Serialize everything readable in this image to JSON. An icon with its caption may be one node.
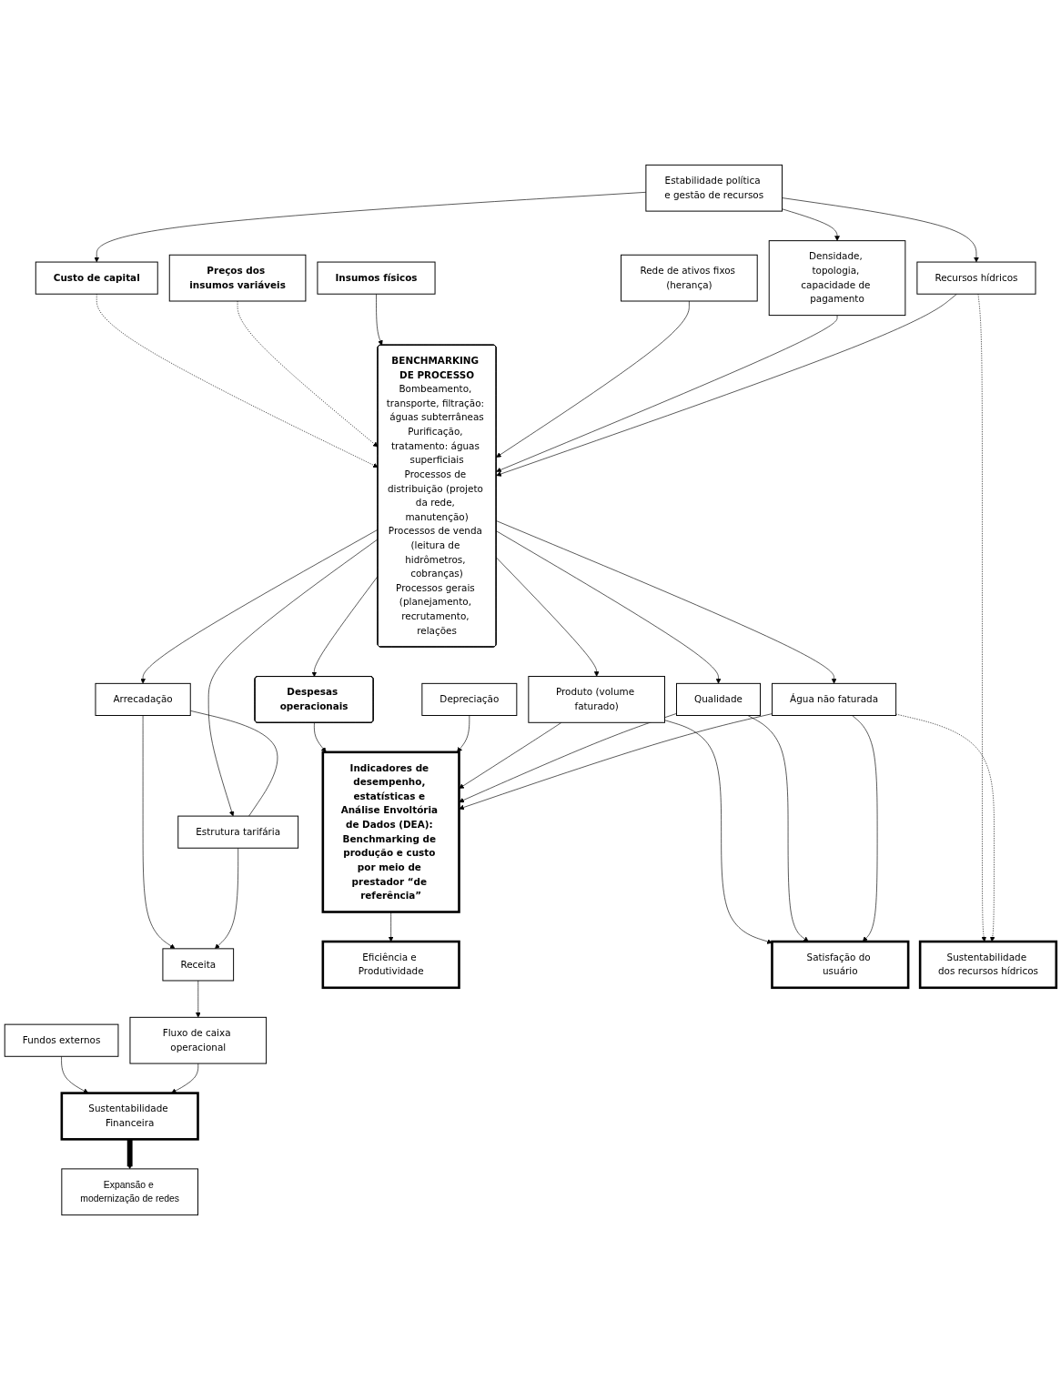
{
  "diagram": {
    "nodes": [
      {
        "text": [
          "Preços dos insumos variáveis"
        ]
      },
      {
        "text": [
          "Custo de capital"
        ]
      },
      {
        "text": [
          "Estabilidade política e gestão de recursos"
        ]
      },
      {
        "text": [
          "Insumos físicos"
        ]
      },
      {
        "text": [
          "Rede de ativos fixos (herança)"
        ]
      },
      {
        "text": [
          "Densidade, topologia, capacidade de pagamento"
        ]
      },
      {
        "text": [
          "Recursos hídricos"
        ]
      },
      {
        "text": [
          "BENCHMARKING DE PROCESSO",
          "Bombeamento, transporte, filtração: águas subterrâneas",
          "Purificação, tratamento: águas superficiais",
          "Processos de distribuição (projeto da rede, manutenção)",
          "Processos de venda (leitura de hidrômetros, cobranças)",
          "Processos gerais (planejamento, recrutamento, relações"
        ]
      },
      {
        "text": [
          "Despesas operacionais"
        ]
      },
      {
        "text": [
          "Arrecadação"
        ]
      },
      {
        "text": [
          "Estrutura tarifária"
        ]
      },
      {
        "text": [
          "Produto (volume faturado)"
        ]
      },
      {
        "text": [
          "Qualidade"
        ]
      },
      {
        "text": [
          "Água não faturada"
        ]
      },
      {
        "text": [
          "Depreciação"
        ]
      },
      {
        "text": [
          "Receita"
        ]
      },
      {
        "text": [
          "Indicadores de desempenho, estatísticas e Análise Envoltória de Dados (DEA): Benchmarking de produção e custo por meio de prestador “de referência”"
        ]
      },
      {
        "text": [
          "Fundos externos"
        ]
      },
      {
        "text": [
          "Fluxo de caixa operacional"
        ]
      },
      {
        "text": [
          "Sustentabilidade Financeira"
        ]
      },
      {
        "text": [
          "Eficiência e Produtividade"
        ]
      },
      {
        "text": [
          "Satisfação do usuário"
        ]
      },
      {
        "text": [
          "Sustentabilidade dos recursos hídricos"
        ]
      },
      {
        "text": [
          "Expansão e modernização de redes"
        ]
      }
    ],
    "edges": [
      {
        "from": 2,
        "to": 1,
        "arrow": "to"
      },
      {
        "from": 2,
        "to": 5,
        "arrow": "to"
      },
      {
        "from": 2,
        "to": 6,
        "arrow": "to"
      },
      {
        "from": 1,
        "to": 7,
        "arrow": "to",
        "style": "dashed"
      },
      {
        "from": 0,
        "to": 7,
        "arrow": "to",
        "style": "dashed"
      },
      {
        "from": 3,
        "to": 7,
        "arrow": "to"
      },
      {
        "from": 4,
        "to": 7,
        "arrow": "to"
      },
      {
        "from": 5,
        "to": 7,
        "arrow": "to"
      },
      {
        "from": 6,
        "to": 7,
        "arrow": "to"
      },
      {
        "from": 6,
        "to": 22,
        "arrow": "to",
        "style": "dashed"
      },
      {
        "from": 7,
        "to": 8,
        "arrow": "to"
      },
      {
        "from": 7,
        "to": 9,
        "arrow": "to"
      },
      {
        "from": 7,
        "to": 10,
        "arrow": "to"
      },
      {
        "from": 7,
        "to": 11,
        "arrow": "to"
      },
      {
        "from": 7,
        "to": 12,
        "arrow": "to"
      },
      {
        "from": 7,
        "to": 13,
        "arrow": "to"
      },
      {
        "from": 9,
        "to": 10,
        "arrow": "none"
      },
      {
        "from": 9,
        "to": 15,
        "arrow": "to"
      },
      {
        "from": 10,
        "to": 15,
        "arrow": "to"
      },
      {
        "from": 8,
        "to": 16,
        "arrow": "to"
      },
      {
        "from": 14,
        "to": 16,
        "arrow": "to"
      },
      {
        "from": 15,
        "to": 18,
        "arrow": "to"
      },
      {
        "from": 11,
        "to": 16,
        "arrow": "to"
      },
      {
        "from": 12,
        "to": 16,
        "arrow": "to"
      },
      {
        "from": 13,
        "to": 16,
        "arrow": "to"
      },
      {
        "from": 11,
        "to": 21,
        "arrow": "to"
      },
      {
        "from": 12,
        "to": 21,
        "arrow": "to"
      },
      {
        "from": 13,
        "to": 21,
        "arrow": "to"
      },
      {
        "from": 13,
        "to": 22,
        "arrow": "to",
        "style": "dashed"
      },
      {
        "from": 16,
        "to": 20,
        "arrow": "to"
      },
      {
        "from": 17,
        "to": 19,
        "arrow": "to"
      },
      {
        "from": 18,
        "to": 19,
        "arrow": "to"
      },
      {
        "from": 19,
        "to": 23,
        "arrow": "to",
        "style": "thick"
      }
    ]
  }
}
